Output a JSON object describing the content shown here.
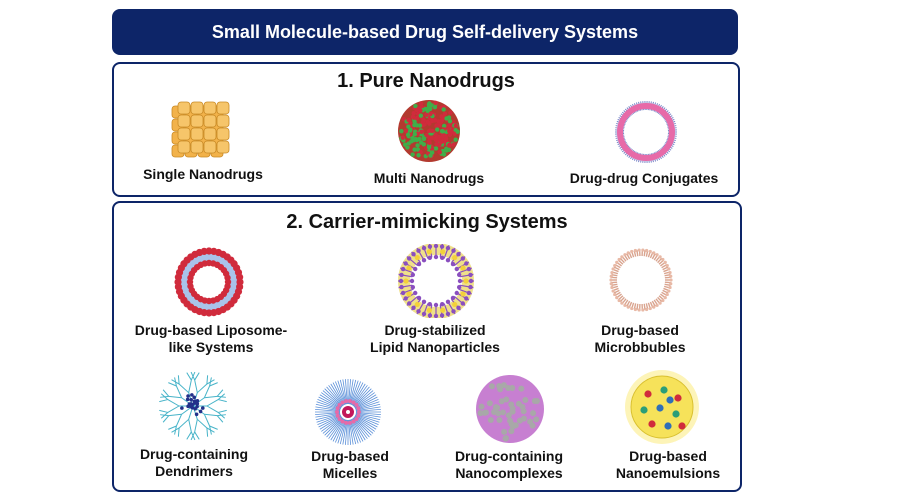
{
  "title": "Small Molecule-based Drug Self-delivery Systems",
  "section1": {
    "heading": "1. Pure Nanodrugs",
    "items": [
      {
        "label": "Single Nanodrugs",
        "icon": "cube-cluster-icon"
      },
      {
        "label": "Multi Nanodrugs",
        "icon": "mixed-sphere-icon"
      },
      {
        "label": "Drug-drug Conjugates",
        "icon": "bilayer-ring-icon"
      }
    ]
  },
  "section2": {
    "heading": "2. Carrier-mimicking Systems",
    "items": [
      {
        "line1": "Drug-based Liposome-",
        "line2": "like Systems",
        "icon": "liposome-icon"
      },
      {
        "line1": "Drug-stabilized",
        "line2": "Lipid Nanoparticles",
        "icon": "lipid-nanoparticle-icon"
      },
      {
        "line1": "Drug-based",
        "line2": "Microbbubles",
        "icon": "microbubble-icon"
      },
      {
        "line1": "Drug-containing",
        "line2": "Dendrimers",
        "icon": "dendrimer-icon"
      },
      {
        "line1": "Drug-based",
        "line2": "Micelles",
        "icon": "micelle-icon"
      },
      {
        "line1": "Drug-containing",
        "line2": "Nanocomplexes",
        "icon": "nanocomplex-icon"
      },
      {
        "line1": "Drug-based",
        "line2": "Nanoemulsions",
        "icon": "nanoemulsion-icon"
      }
    ]
  },
  "colors": {
    "navy": "#0d2568",
    "cube": "#f2b24a",
    "red": "#d02b3c",
    "green": "#3fae49",
    "pink": "#e76aa8",
    "lightblue": "#a9c3ea",
    "purple": "#8a4fbf",
    "yellow": "#f3d13a"
  }
}
